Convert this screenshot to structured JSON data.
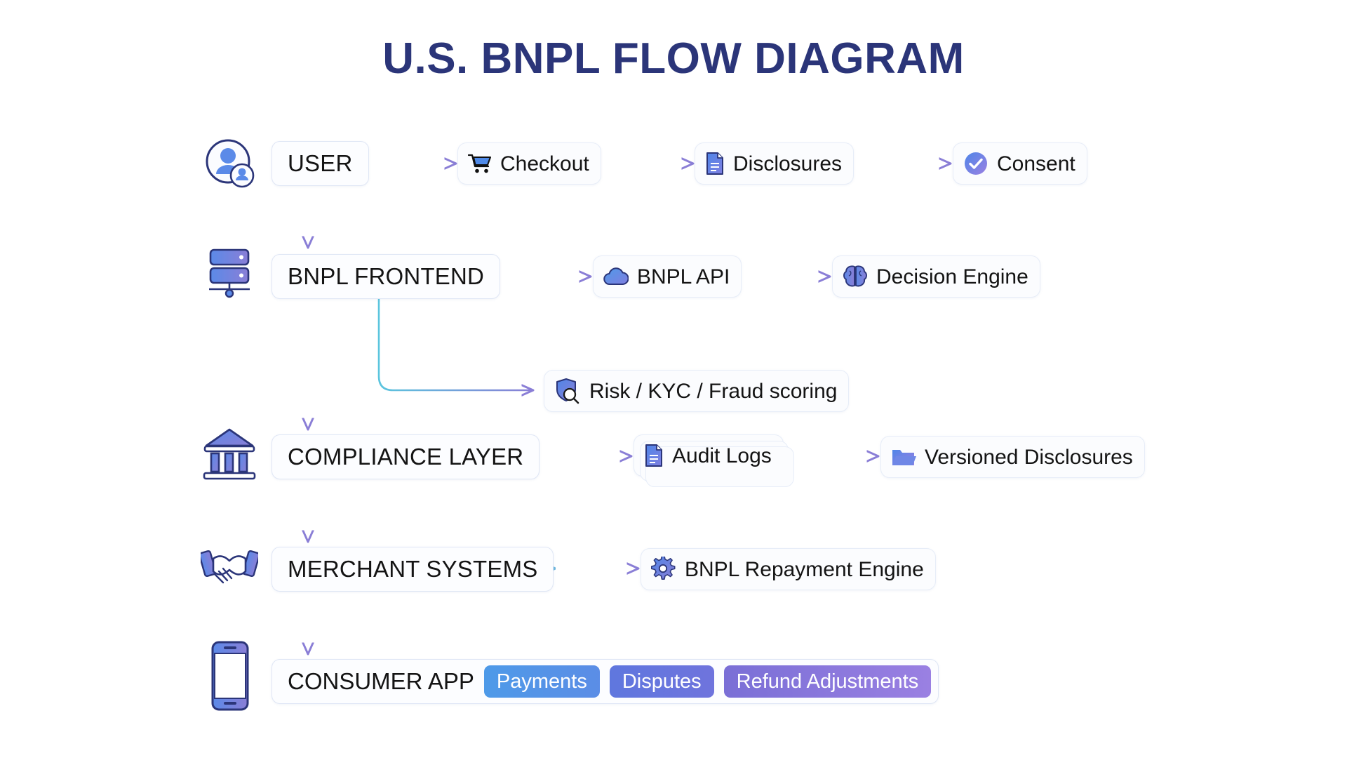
{
  "title": "U.S. BNPL FLOW DIAGRAM",
  "theme": {
    "title_color": "#2b3579",
    "arrow_start": "#5bc5de",
    "arrow_end": "#8a7ed6",
    "box_bg": "#fcfdff",
    "box_border": "#dfe6f5",
    "text_color": "#141414",
    "icon_blue": "#4f7fe0",
    "icon_purple": "#8a7ed6"
  },
  "rows": [
    {
      "id": "user",
      "left_icon": "user-avatar-icon",
      "main": "USER",
      "nodes": [
        {
          "label": "Checkout",
          "icon": "shopping-cart-icon"
        },
        {
          "label": "Disclosures",
          "icon": "document-icon"
        },
        {
          "label": "Consent",
          "icon": "check-circle-icon"
        }
      ]
    },
    {
      "id": "frontend",
      "left_icon": "server-icon",
      "main": "BNPL FRONTEND",
      "nodes": [
        {
          "label": "BNPL API",
          "icon": "cloud-icon"
        },
        {
          "label": "Decision Engine",
          "icon": "brain-icon"
        }
      ]
    },
    {
      "id": "risk",
      "left_icon": "",
      "main": "",
      "nodes": [
        {
          "label": "Risk / KYC / Fraud scoring",
          "icon": "shield-search-icon"
        }
      ]
    },
    {
      "id": "compliance",
      "left_icon": "bank-icon",
      "main": "COMPLIANCE LAYER",
      "nodes": [
        {
          "label": "Audit Logs",
          "icon": "document-icon"
        },
        {
          "label": "Versioned Disclosures",
          "icon": "folder-icon"
        }
      ]
    },
    {
      "id": "merchant",
      "left_icon": "handshake-icon",
      "main": "MERCHANT SYSTEMS",
      "nodes": [
        {
          "label": "BNPL Repayment Engine",
          "icon": "gear-icon"
        }
      ]
    },
    {
      "id": "consumer",
      "left_icon": "smartphone-icon",
      "main": "CONSUMER APP",
      "pills": [
        {
          "label": "Payments",
          "color_from": "#4e9ae8",
          "color_to": "#5b8de6"
        },
        {
          "label": "Disputes",
          "color_from": "#5f77de",
          "color_to": "#6f74dd"
        },
        {
          "label": "Refund Adjustments",
          "color_from": "#7a6fd6",
          "color_to": "#9a80e2"
        }
      ]
    }
  ]
}
